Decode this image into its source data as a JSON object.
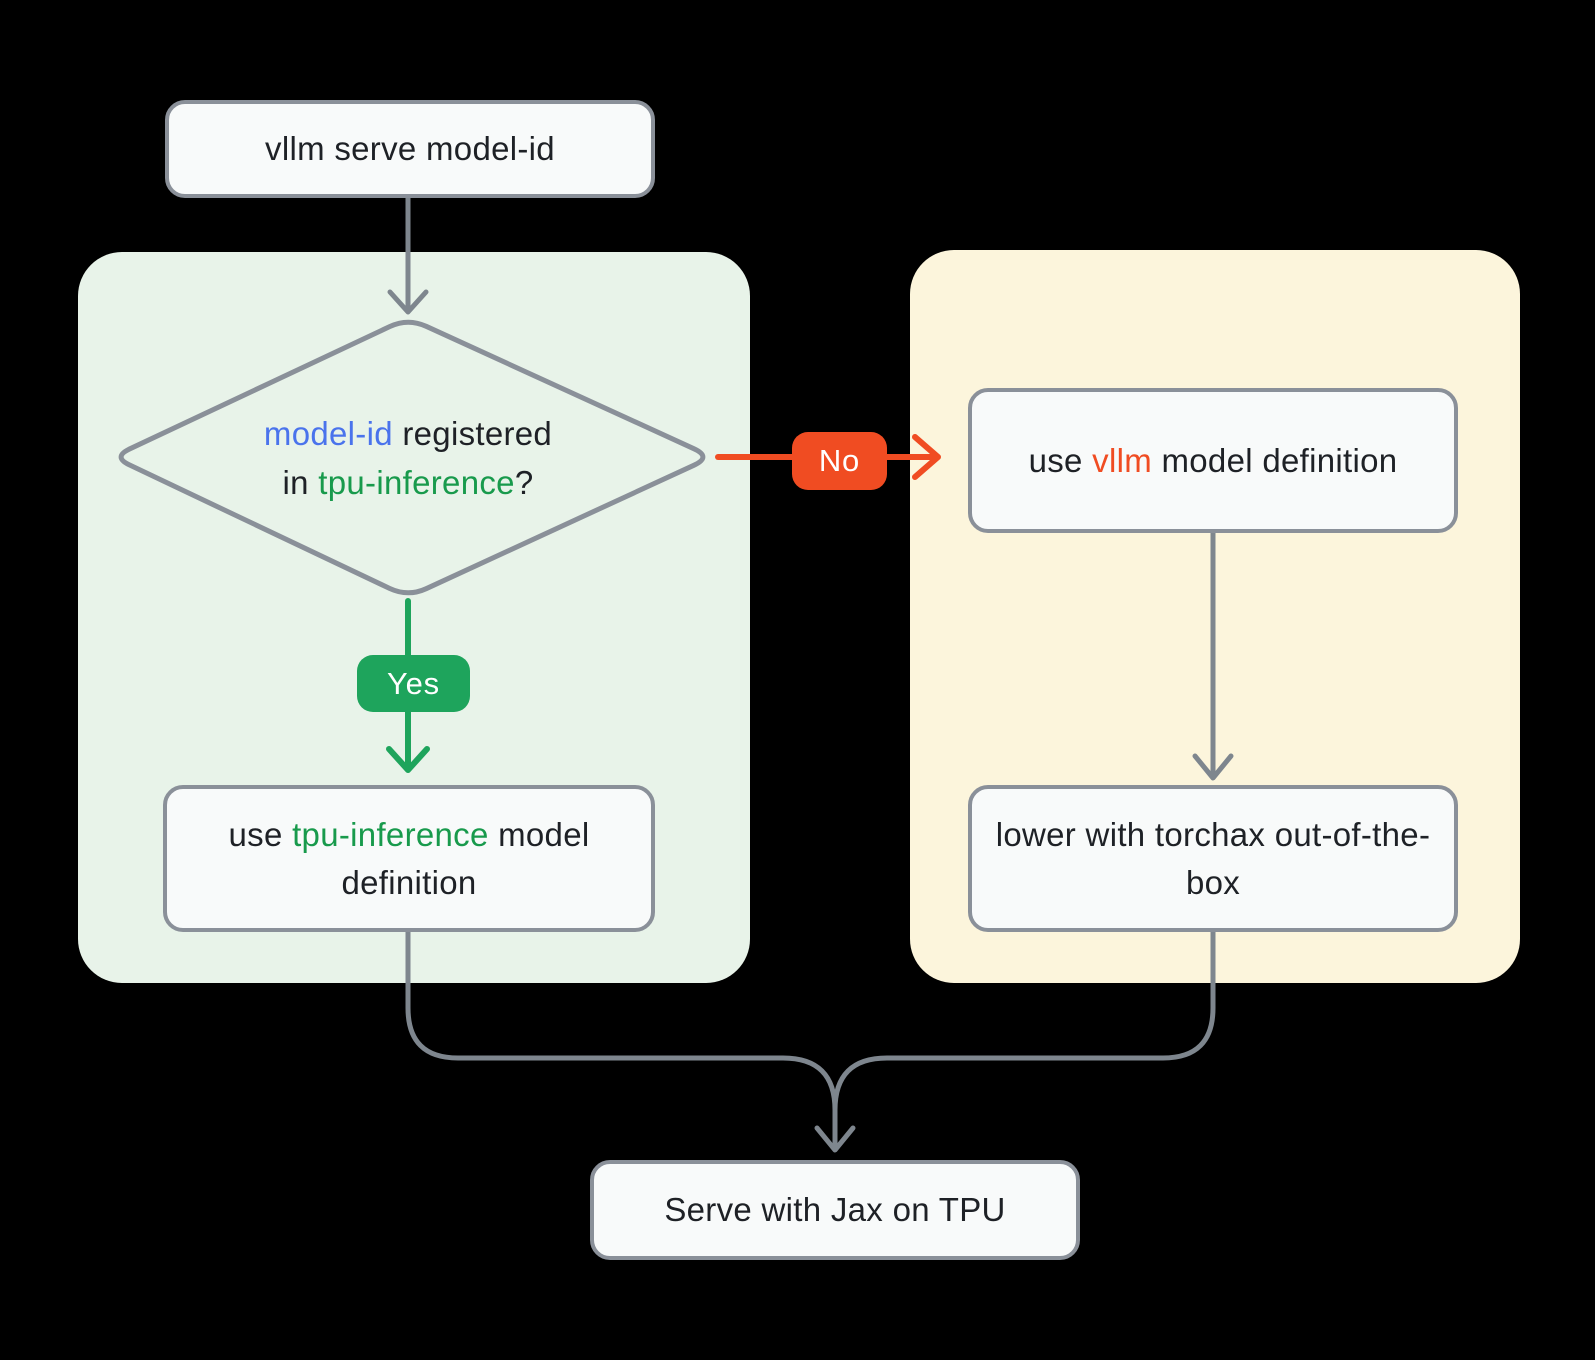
{
  "colors": {
    "background": "#000000",
    "panel_green": "#E8F3E9",
    "panel_yellow": "#FCF5DC",
    "node_fill": "#F8FAFA",
    "node_border": "#8A9099",
    "connector": "#7E868E",
    "green": "#1EA45C",
    "green_text": "#189A4C",
    "blue_text": "#4A73EC",
    "orange": "#F04C22",
    "ink": "#1E2126",
    "badge_text": "#FFFFFF"
  },
  "flow": {
    "start": {
      "label": "vllm serve model-id"
    },
    "decision": {
      "model_id": "model-id",
      "registered": " registered",
      "in_word": "in ",
      "tpu_inference": "tpu-inference",
      "question_mark": "?"
    },
    "yes_label": "Yes",
    "no_label": "No",
    "tpu_box": {
      "seg_use": "use ",
      "seg_tpu_inference": "tpu-inference",
      "seg_rest": " model definition"
    },
    "vllm_box": {
      "seg_use": "use ",
      "seg_vllm": "vllm",
      "seg_rest": " model definition"
    },
    "torchax_box": {
      "label": "lower with torchax out-of-the-box"
    },
    "serve_box": {
      "label": "Serve with Jax on TPU"
    }
  }
}
